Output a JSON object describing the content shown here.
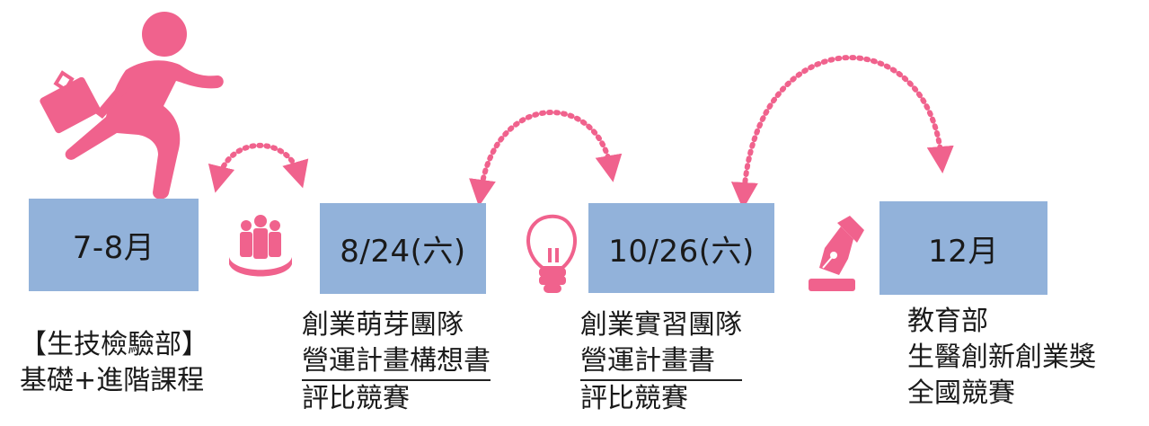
{
  "colors": {
    "box_fill": "#92b2da",
    "accent": "#f0628d",
    "text": "#1a1a1a"
  },
  "icons": [
    "runner-with-briefcase-icon",
    "team-people-icon",
    "lightbulb-icon",
    "fountain-pen-icon"
  ],
  "stages": [
    {
      "label": "7-8月",
      "caption": [
        "【生技檢驗部】",
        "基礎+進階課程"
      ]
    },
    {
      "label": "8/24(六)",
      "caption": [
        "創業萌芽團隊",
        "營運計畫構想書",
        "評比競賽"
      ]
    },
    {
      "label": "10/26(六)",
      "caption": [
        "創業實習團隊",
        "營運計畫書",
        "評比競賽"
      ]
    },
    {
      "label": "12月",
      "caption": [
        "教育部",
        "生醫創新創業獎",
        "全國競賽"
      ]
    }
  ]
}
